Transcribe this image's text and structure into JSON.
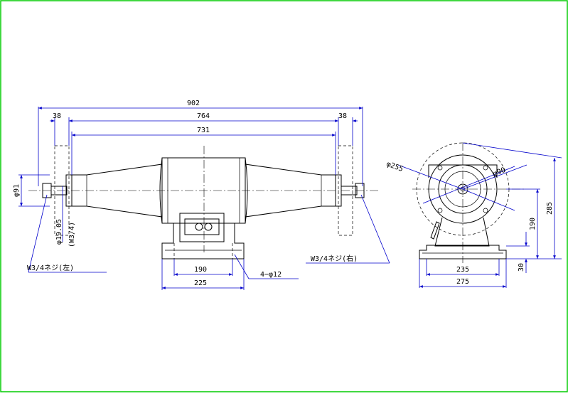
{
  "colors": {
    "frame": "#00cc00",
    "dimension": "#0000cc",
    "part": "#000000",
    "background": "#ffffff"
  },
  "dimensions": {
    "overall_length": "902",
    "flange_left": "38",
    "flange_right": "38",
    "between_flanges": "764",
    "between_collars": "731",
    "flange_dia": "φ91",
    "shaft_dia": "φ19.05",
    "thread_paren": "(W3/4)",
    "thread_left": "W3/4ネジ(左)",
    "thread_right": "W3/4ネジ(右)",
    "base_inner": "190",
    "base_outer": "225",
    "holes": "4−φ12",
    "wheel_dia_255": "φ255",
    "wheel_dia_90": "φ90",
    "side_base_inner": "235",
    "side_base_outer": "275",
    "center_height": "190",
    "overall_height": "285",
    "base_height": "30"
  },
  "labels": {
    "switch": "○○"
  }
}
